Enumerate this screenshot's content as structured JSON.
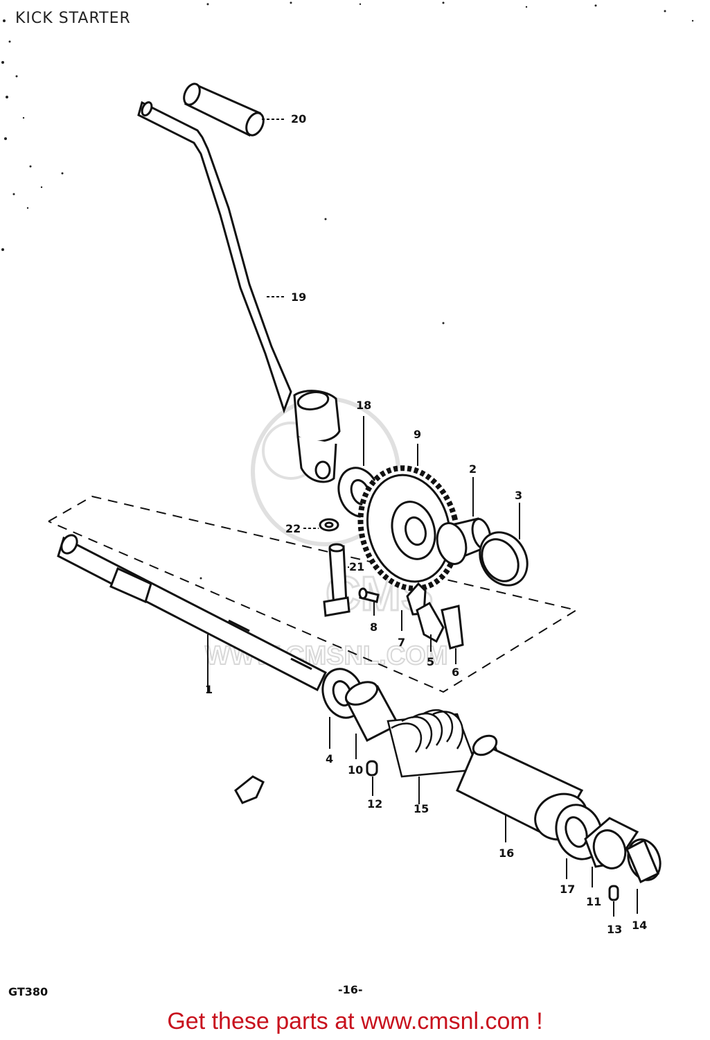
{
  "title": "KICK STARTER",
  "footer": {
    "model": "GT380",
    "page_number": "-16-",
    "link_text": "Get these parts at www.cmsnl.com !"
  },
  "watermark": {
    "logo_text": "CMS",
    "url_text": "WWW.CMSNL.COM"
  },
  "parts": [
    {
      "id": "1",
      "label": "1"
    },
    {
      "id": "2",
      "label": "2"
    },
    {
      "id": "3",
      "label": "3"
    },
    {
      "id": "4",
      "label": "4"
    },
    {
      "id": "5",
      "label": "5"
    },
    {
      "id": "6",
      "label": "6"
    },
    {
      "id": "7",
      "label": "7"
    },
    {
      "id": "8",
      "label": "8"
    },
    {
      "id": "9",
      "label": "9"
    },
    {
      "id": "10",
      "label": "10"
    },
    {
      "id": "11a",
      "label": "11"
    },
    {
      "id": "12",
      "label": "12"
    },
    {
      "id": "13",
      "label": "13"
    },
    {
      "id": "14",
      "label": "14"
    },
    {
      "id": "15",
      "label": "15"
    },
    {
      "id": "16",
      "label": "16"
    },
    {
      "id": "17",
      "label": "17"
    },
    {
      "id": "18",
      "label": "18"
    },
    {
      "id": "19",
      "label": "19"
    },
    {
      "id": "20",
      "label": "20"
    },
    {
      "id": "21",
      "label": "21"
    },
    {
      "id": "22",
      "label": "22"
    }
  ],
  "colors": {
    "ink": "#111111",
    "watermark": "#d8d8d8",
    "link": "#c8111d"
  }
}
